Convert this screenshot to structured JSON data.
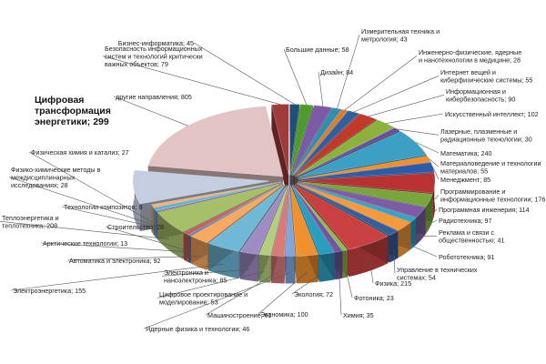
{
  "chart_data": {
    "type": "pie",
    "variant": "3d-exploded",
    "unit": "count",
    "slices": [
      {
        "label": "Бизнес-информатика",
        "value": 45,
        "color": "#1f4e79"
      },
      {
        "label": "Большие данные",
        "value": 58,
        "color": "#4e9a2a"
      },
      {
        "label": "Дизайн",
        "value": 84,
        "color": "#7b5aa6"
      },
      {
        "label": "Измерительная техника и метрология",
        "value": 43,
        "color": "#2e8fb0"
      },
      {
        "label": "Инженерно-физические, ядерные и нанотехнологии в медицине",
        "value": 28,
        "color": "#e07a24"
      },
      {
        "label": "Интернет вещей и киберфизические системы",
        "value": 55,
        "color": "#2f5f9e"
      },
      {
        "label": "Информационная и кибербезопасность",
        "value": 90,
        "color": "#c0392b"
      },
      {
        "label": "Искусственный интеллект",
        "value": 102,
        "color": "#8bb33c"
      },
      {
        "label": "Лазерные, плазменные и радиационные технологии",
        "value": 30,
        "color": "#6a4c9c"
      },
      {
        "label": "Математика",
        "value": 240,
        "color": "#3ba0c4"
      },
      {
        "label": "Материаловедение и технологии материалов",
        "value": 55,
        "color": "#f28e2b"
      },
      {
        "label": "Менеджмент",
        "value": 85,
        "color": "#2a5caa"
      },
      {
        "label": "Программирование и информационные технологии",
        "value": 176,
        "color": "#b83232"
      },
      {
        "label": "Программная инженерия",
        "value": 114,
        "color": "#79a63a"
      },
      {
        "label": "Радиотехника",
        "value": 97,
        "color": "#7d5ba6"
      },
      {
        "label": "Реклама и связи с общественностью",
        "value": 41,
        "color": "#33a3c8"
      },
      {
        "label": "Робототехника",
        "value": 91,
        "color": "#f59a3c"
      },
      {
        "label": "Управление в технических системах",
        "value": 54,
        "color": "#355f9a"
      },
      {
        "label": "Физика",
        "value": 215,
        "color": "#c94040"
      },
      {
        "label": "Фотоника",
        "value": 23,
        "color": "#8fba4a"
      },
      {
        "label": "Химия",
        "value": 35,
        "color": "#6e56a3"
      },
      {
        "label": "Экология",
        "value": 72,
        "color": "#2b9ec0"
      },
      {
        "label": "Экономика",
        "value": 100,
        "color": "#f0902e"
      },
      {
        "label": "Ядерные физика и технологии",
        "value": 46,
        "color": "#7fa7d9"
      },
      {
        "label": "Машиностроение",
        "value": 61,
        "color": "#d97a7a"
      },
      {
        "label": "Цифровое проектирование и моделирование",
        "value": 53,
        "color": "#b3cf7e"
      },
      {
        "label": "Электроника и наноэлектроника",
        "value": 85,
        "color": "#a08cc4"
      },
      {
        "label": "Электроэнергетика",
        "value": 155,
        "color": "#6fb8d6"
      },
      {
        "label": "Автоматика и электроника",
        "value": 92,
        "color": "#f7a960"
      },
      {
        "label": "Арктические технологии",
        "value": 13,
        "color": "#5a7fb0"
      },
      {
        "label": "Строительство",
        "value": 28,
        "color": "#c85b5b"
      },
      {
        "label": "Теплоэнергетика и теплотехника",
        "value": 208,
        "color": "#a6c06a"
      },
      {
        "label": "Технологии композитов",
        "value": 8,
        "color": "#8f7bb8"
      },
      {
        "label": "Физико-химические методы в междисциплинарных исследованиях",
        "value": 28,
        "color": "#5cb4d3"
      },
      {
        "label": "Физическая химия и катализ",
        "value": 27,
        "color": "#f3b06e"
      },
      {
        "label": "Цифровая трансформация энергетики",
        "value": 299,
        "color": "#c5cde0",
        "emphasis": true
      },
      {
        "label": "другие направления",
        "value": 805,
        "color": "#e3c4c4"
      },
      {
        "label": "Безопасность информационных систем и технологий критически важных объектов",
        "value": 79,
        "color": "#9e3b3b"
      }
    ],
    "labels": [
      {
        "lines": [
          "Бизнес-информатика; 45"
        ]
      },
      {
        "lines": [
          "Большие данные; 58"
        ]
      },
      {
        "lines": [
          "Дизайн; 84"
        ]
      },
      {
        "lines": [
          "Измерительная техника и",
          "метрология; 43"
        ]
      },
      {
        "lines": [
          "Инженерно-физические, ядерные",
          "и нанотехнологии в медицине; 28"
        ]
      },
      {
        "lines": [
          "Интернет вещей и",
          "киберфизические системы; 55"
        ]
      },
      {
        "lines": [
          "Информационная и",
          "кибербезопасность; 90"
        ]
      },
      {
        "lines": [
          "Искусственный интеллект; 102"
        ]
      },
      {
        "lines": [
          "Лазерные, плазменные и",
          "радиационные технологии; 30"
        ]
      },
      {
        "lines": [
          "Математика; 240"
        ]
      },
      {
        "lines": [
          "Материаловедение и технологии",
          "материалов; 55"
        ]
      },
      {
        "lines": [
          "Менеджмент; 85"
        ]
      },
      {
        "lines": [
          "Программирование и",
          "информационные технологии; 176"
        ]
      },
      {
        "lines": [
          "Программная инженерия; 114"
        ]
      },
      {
        "lines": [
          "Радиотехника; 97"
        ]
      },
      {
        "lines": [
          "Реклама и связи с",
          "общественностью; 41"
        ]
      },
      {
        "lines": [
          "Робототехника; 91"
        ]
      },
      {
        "lines": [
          "Управление в технических",
          "системах; 54"
        ]
      },
      {
        "lines": [
          "Физика; 215"
        ]
      },
      {
        "lines": [
          "Фотоника; 23"
        ]
      },
      {
        "lines": [
          "Химия;  35"
        ]
      },
      {
        "lines": [
          "Экология; 72"
        ]
      },
      {
        "lines": [
          "Экономика; 100"
        ]
      },
      {
        "lines": [
          "Ядерные физика и технологии; 46"
        ]
      },
      {
        "lines": [
          "Машиностроение; 61"
        ]
      },
      {
        "lines": [
          "Цифровое проектирование и",
          "моделирование; 53"
        ]
      },
      {
        "lines": [
          "Электроника и",
          "наноэлектроника; 85"
        ]
      },
      {
        "lines": [
          "Электроэнергетика; 155"
        ]
      },
      {
        "lines": [
          "Автоматика и электроника; 92"
        ]
      },
      {
        "lines": [
          "Арктические технологии; 13"
        ]
      },
      {
        "lines": [
          "Строительство; 28"
        ]
      },
      {
        "lines": [
          "Теплоэнергетика и",
          "теплотехника; 208"
        ]
      },
      {
        "lines": [
          "Технологии композитов; 8"
        ]
      },
      {
        "lines": [
          "Физико-химические методы в",
          "междисциплинарных",
          "исследованиях; 28"
        ]
      },
      {
        "lines": [
          "Физическая химия и катализ; 27"
        ]
      },
      {
        "lines": [
          "Цифровая",
          "трансформация",
          "энергетики; 299"
        ]
      },
      {
        "lines": [
          "другие направления; 805"
        ]
      },
      {
        "lines": [
          "Безопасность информационных",
          "систем и технологий критически",
          "важных объектов; 79"
        ]
      }
    ]
  }
}
